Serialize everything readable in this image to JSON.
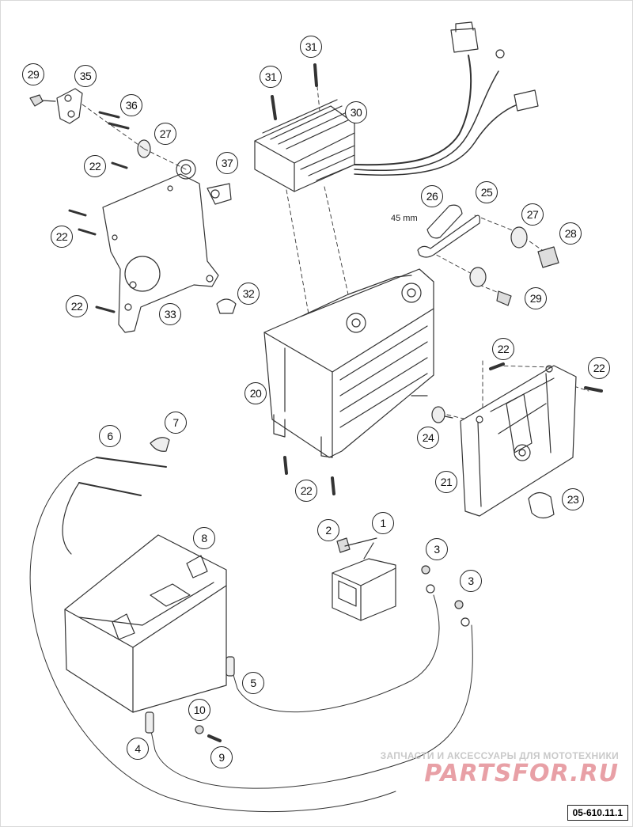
{
  "diagram": {
    "callouts": [
      "29",
      "35",
      "36",
      "27",
      "22",
      "37",
      "22",
      "22",
      "33",
      "32",
      "31",
      "31",
      "30",
      "26",
      "25",
      "27",
      "28",
      "29",
      "20",
      "22",
      "22",
      "24",
      "21",
      "23",
      "7",
      "6",
      "8",
      "2",
      "1",
      "3",
      "3",
      "5",
      "4",
      "10",
      "9",
      "22"
    ],
    "dimension_label": "45 mm",
    "watermark": {
      "tagline": "ЗАПЧАСТИ И АКСЕССУАРЫ ДЛЯ МОТОТЕХНИКИ",
      "logo": "PARTSFOR.RU",
      "color": "#e8a0a6"
    },
    "document_number": "05-610.11.1"
  }
}
